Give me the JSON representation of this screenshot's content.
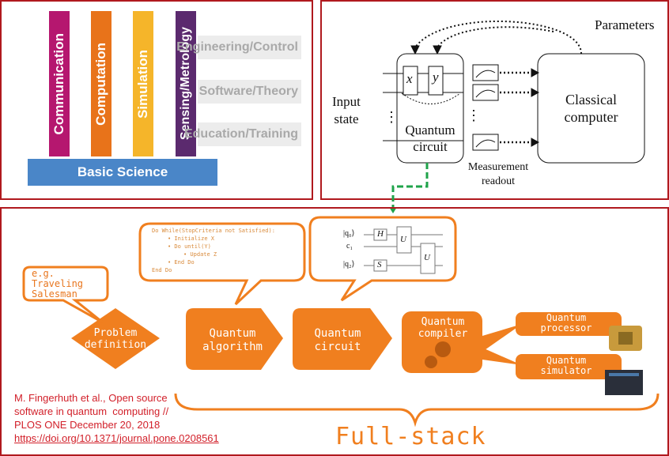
{
  "left_panel": {
    "pillars": [
      {
        "label": "Communication",
        "color": "#b5176f"
      },
      {
        "label": "Computation",
        "color": "#e8731a"
      },
      {
        "label": "Simulation",
        "color": "#f5b52a"
      },
      {
        "label": "Sensing/Metrology",
        "color": "#5b2a6e"
      }
    ],
    "layers": [
      "Engineering/Control",
      "Software/Theory",
      "Education/Training"
    ],
    "base": {
      "label": "Basic Science",
      "color": "#4a86c8"
    }
  },
  "right_panel": {
    "parameters": "Parameters",
    "input_state": [
      "Input",
      "state"
    ],
    "quantum_circuit": [
      "Quantum",
      "circuit"
    ],
    "gate_x": "x",
    "gate_y": "y",
    "classical_computer": [
      "Classical",
      "computer"
    ],
    "measurement_readout": [
      "Measurement",
      "readout"
    ],
    "ellipsis": "⋮"
  },
  "bottom_panel": {
    "example_bubble": [
      "e.g.",
      "Traveling",
      "Salesman"
    ],
    "code_bubble": [
      "Do While(StopCriteria not Satisfied):",
      "• Initialize X",
      "• Do until(Y)",
      "• Update Z",
      "• End Do",
      "End Do"
    ],
    "circuit_bubble": {
      "q0": "|q₀⟩",
      "q1": "c₁",
      "q2": "|q₂⟩",
      "h": "H",
      "s": "S",
      "u": "U"
    },
    "steps": [
      [
        "Problem",
        "definition"
      ],
      [
        "Quantum",
        "algorithm"
      ],
      [
        "Quantum",
        "circuit"
      ],
      [
        "Quantum",
        "compiler"
      ]
    ],
    "targets": [
      [
        "Quantum",
        "processor"
      ],
      [
        "Quantum",
        "simulator"
      ]
    ],
    "full_stack": "Full-stack",
    "accent": "#f07f1f",
    "link_color": "#1fa34a",
    "citation": [
      "M. Fingerhuth et al., Open source",
      "software in quantum  computing //",
      "PLOS ONE December 20, 2018"
    ],
    "doi": "https://doi.org/10.1371/journal.pone.0208561"
  }
}
